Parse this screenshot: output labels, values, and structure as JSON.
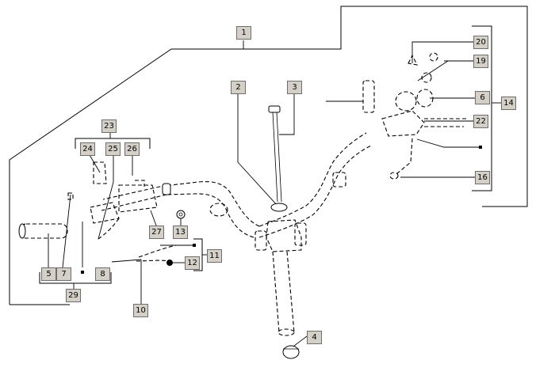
{
  "diagram": {
    "callouts": [
      {
        "label": "1"
      },
      {
        "label": "2"
      },
      {
        "label": "3"
      },
      {
        "label": "4"
      },
      {
        "label": "5"
      },
      {
        "label": "6"
      },
      {
        "label": "7"
      },
      {
        "label": "8"
      },
      {
        "label": "10"
      },
      {
        "label": "11"
      },
      {
        "label": "12"
      },
      {
        "label": "13"
      },
      {
        "label": "14"
      },
      {
        "label": "16"
      },
      {
        "label": "19"
      },
      {
        "label": "20"
      },
      {
        "label": "22"
      },
      {
        "label": "23"
      },
      {
        "label": "24"
      },
      {
        "label": "25"
      },
      {
        "label": "26"
      },
      {
        "label": "27"
      },
      {
        "label": "29"
      }
    ]
  }
}
